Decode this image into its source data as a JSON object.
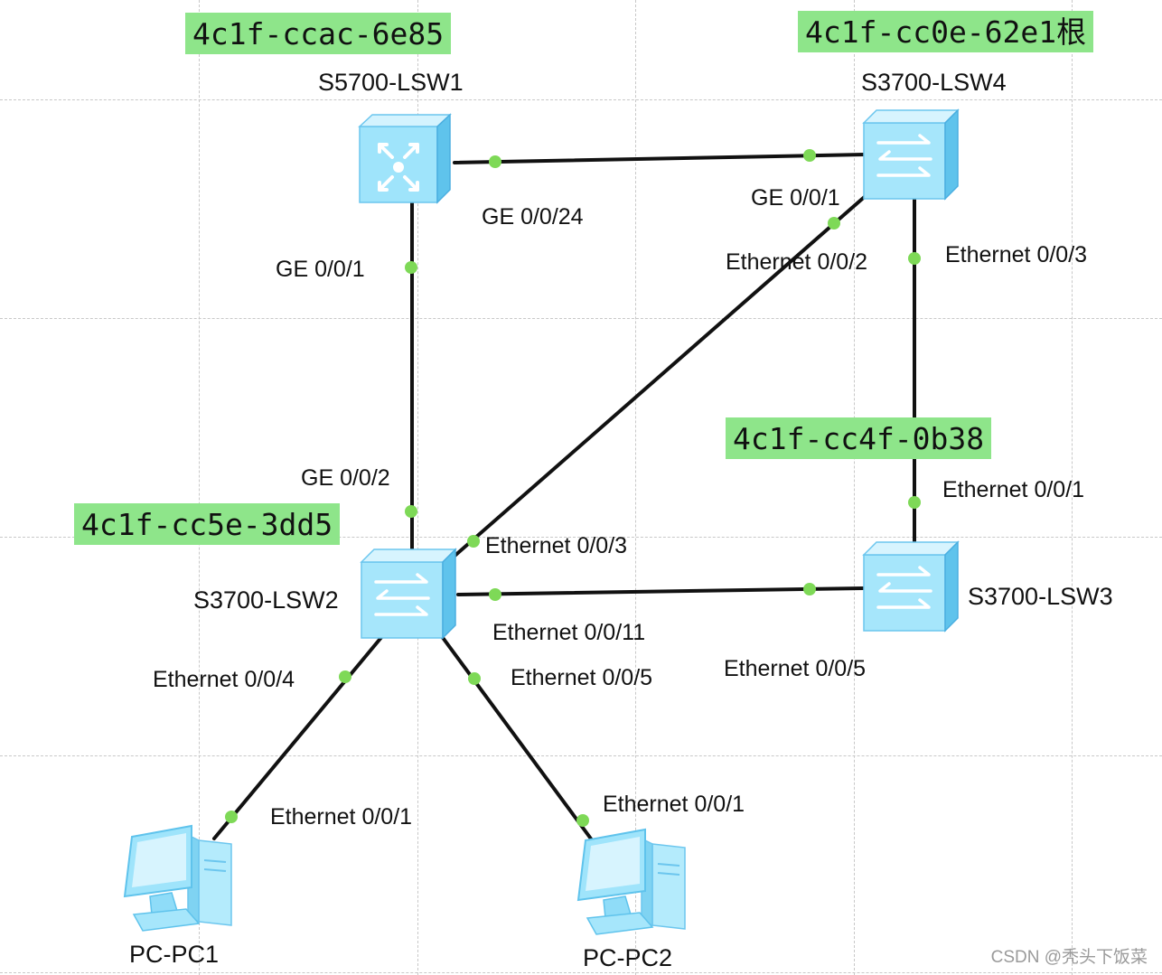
{
  "devices": {
    "lsw1": {
      "name": "S5700-LSW1",
      "mac": "4c1f-ccac-6e85"
    },
    "lsw4": {
      "name": "S3700-LSW4",
      "mac": "4c1f-cc0e-62e1根"
    },
    "lsw2": {
      "name": "S3700-LSW2",
      "mac": "4c1f-cc5e-3dd5"
    },
    "lsw3": {
      "name": "S3700-LSW3",
      "mac": "4c1f-cc4f-0b38"
    },
    "pc1": {
      "name": "PC-PC1"
    },
    "pc2": {
      "name": "PC-PC2"
    }
  },
  "ports": {
    "lsw1_ge24": "GE 0/0/24",
    "lsw4_ge1": "GE 0/0/1",
    "lsw1_ge1": "GE 0/0/1",
    "lsw4_e2": "Ethernet 0/0/2",
    "lsw4_e3": "Ethernet 0/0/3",
    "lsw3_e1": "Ethernet 0/0/1",
    "lsw2_ge2": "GE 0/0/2",
    "lsw2_e3": "Ethernet 0/0/3",
    "lsw2_e11": "Ethernet 0/0/11",
    "lsw3_e5": "Ethernet 0/0/5",
    "lsw2_e4": "Ethernet 0/0/4",
    "lsw2_e5": "Ethernet 0/0/5",
    "pc1_e1": "Ethernet 0/0/1",
    "pc2_e1": "Ethernet 0/0/1"
  },
  "watermark": "CSDN @秃头下饭菜",
  "colors": {
    "port_dot": "#7ed957",
    "mac_highlight": "#8ee58a",
    "device_blue": "#8fdcf8",
    "link": "#111111"
  }
}
